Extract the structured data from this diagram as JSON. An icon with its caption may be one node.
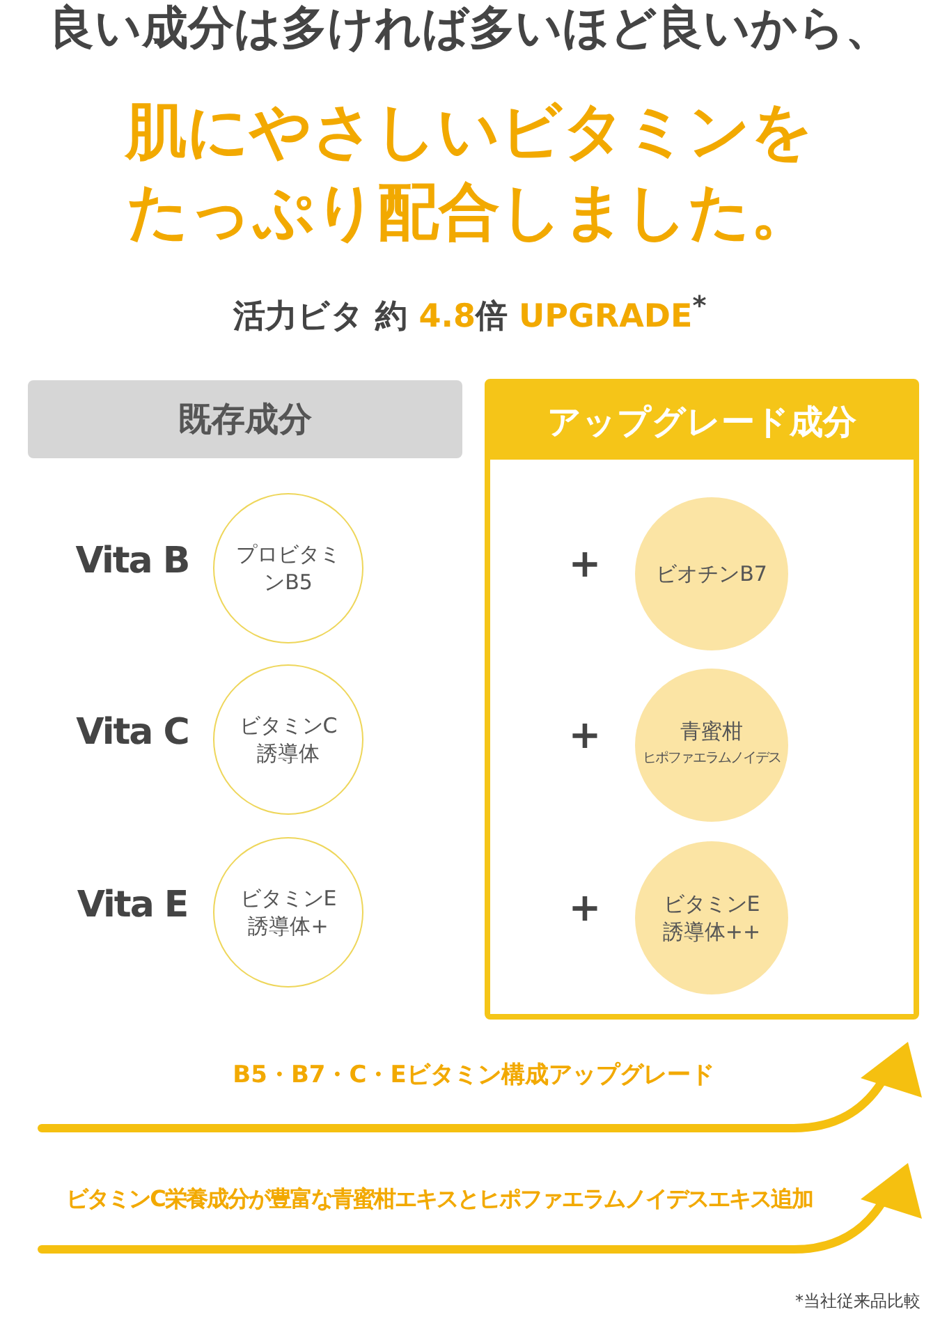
{
  "diagram": {
    "title": "良い成分は多ければ多いほど良いから、",
    "nodes": [
      {
        "text": [
          "既存成分"
        ]
      },
      {
        "text": [
          "アップグレード成分"
        ]
      },
      {
        "text": [
          "プロビタミンB5"
        ]
      },
      {
        "text": [
          "ビタミンC誘導体"
        ]
      },
      {
        "text": [
          "ビタミンE誘導体+"
        ]
      },
      {
        "text": [
          "ビオチンB7"
        ],
        "in": 1
      },
      {
        "text": [
          "青蜜柑",
          "ヒポファエラムノイデス"
        ],
        "in": 1
      },
      {
        "text": [
          "ビタミンE誘導体++"
        ],
        "in": 1
      }
    ],
    "labels": [
      "肌にやさしいビタミンをたっぷり配合しました。",
      "活力ビタ 約 **4.8**倍 **UPGRADE**$^{*}$",
      "Vita B",
      "Vita C",
      "Vita E",
      "+",
      "+",
      "+",
      "B5・B7・C・Eビタミン構成アップグレード",
      "ビタミンC栄養成分が豊富な青蜜柑エキスとヒポファエラムノイデスエキス追加",
      "*当社従来品比較"
    ]
  }
}
